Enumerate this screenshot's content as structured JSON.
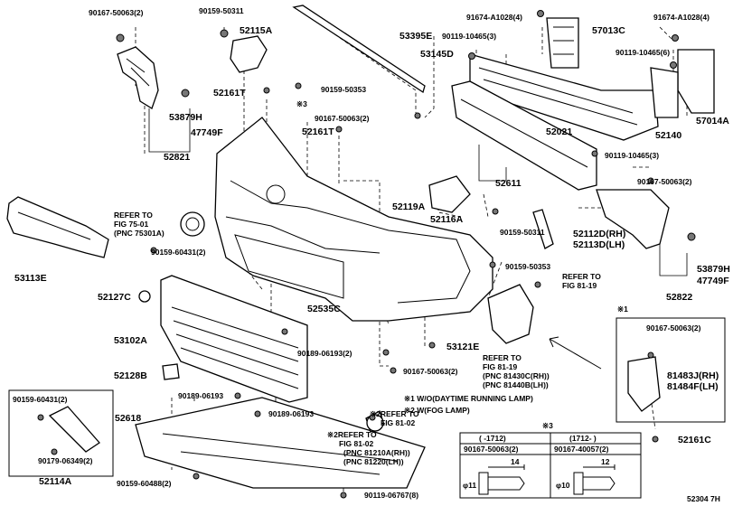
{
  "labels": {
    "l_90167_50063_tl": "90167-50063(2)",
    "l_90159_50311_t": "90159-50311",
    "l_52115A": "52115A",
    "l_53395E": "53395E",
    "l_53145D": "53145D",
    "l_91674_l": "91674-A1028(4)",
    "l_91674_r": "91674-A1028(4)",
    "l_90119_10465_3a": "90119-10465(3)",
    "l_57013C": "57013C",
    "l_90119_10465_6": "90119-10465(6)",
    "l_90159_50353_a": "90159-50353",
    "l_52161T_a": "52161T",
    "l_x3": "※3",
    "l_90167_50063_m": "90167-50063(2)",
    "l_52161T_b": "52161T",
    "l_53879H_a": "53879H",
    "l_47749F_a": "47749F",
    "l_52021": "52021",
    "l_52140": "52140",
    "l_57014A": "57014A",
    "l_90119_10465_3b": "90119-10465(3)",
    "l_52821": "52821",
    "l_52611": "52611",
    "l_90167_50063_r": "90167-50063(2)",
    "l_refer_a": "REFER TO",
    "l_fig_75": "FIG 75-01",
    "l_pnc_75301": "(PNC 75301A)",
    "l_52119A": "52119A",
    "l_52116A": "52116A",
    "l_90159_50311_b": "90159-50311",
    "l_52112D": "52112D(RH)",
    "l_52113D": "52113D(LH)",
    "l_90159_60431_a": "90159-60431(2)",
    "l_53113E": "53113E",
    "l_90159_50353_b": "90159-50353",
    "l_refer_b": "REFER TO",
    "l_fig_8119_a": "FIG 81-19",
    "l_53879H_b": "53879H",
    "l_47749F_b": "47749F",
    "l_52127C": "52127C",
    "l_52822": "52822",
    "l_x1": "※1",
    "l_52535C": "52535C",
    "l_53102A": "53102A",
    "l_90189_06193_2": "90189-06193(2)",
    "l_53121E": "53121E",
    "l_refer_c": "REFER TO",
    "l_fig_8119_b": "FIG 81-19",
    "l_pnc_81430": "(PNC 81430C(RH))",
    "l_pnc_81440": "(PNC 81440B(LH))",
    "l_90167_50063_rr": "90167-50063(2)",
    "l_90167_50063_b": "90167-50063(2)",
    "l_81483J": "81483J(RH)",
    "l_81484F": "81484F(LH)",
    "l_52128B": "52128B",
    "l_90189_06193_a": "90189-06193",
    "l_note1": "※1 W/O(DAYTIME RUNNING LAMP)",
    "l_note2": "※2 W(FOG LAMP)",
    "l_90159_60431_b": "90159-60431(2)",
    "l_52618": "52618",
    "l_90189_06193_b": "90189-06193",
    "l_x2refer_a": "※2REFER TO",
    "l_fig_8102_a": "FIG 81-02",
    "l_x2refer_b": "※2REFER TO",
    "l_fig_8102_b": "FIG 81-02",
    "l_pnc_81210": "(PNC 81210A(RH))",
    "l_pnc_81220": "(PNC 81220(LH))",
    "l_52161C": "52161C",
    "l_90179_06349": "90179-06349(2)",
    "l_90159_60488": "90159-60488(2)",
    "l_90119_06767": "90119-06767(8)",
    "l_52114A": "52114A",
    "l_code": "52304 7H"
  },
  "table": {
    "title": "※3",
    "header_left": "(      -1712)",
    "header_right": "(1712-      )",
    "row_left": "90167-50063(2)",
    "row_right": "90167-40057(2)",
    "dim_14": "14",
    "dim_12": "12",
    "phi_11": "φ11",
    "phi_10": "φ10"
  }
}
